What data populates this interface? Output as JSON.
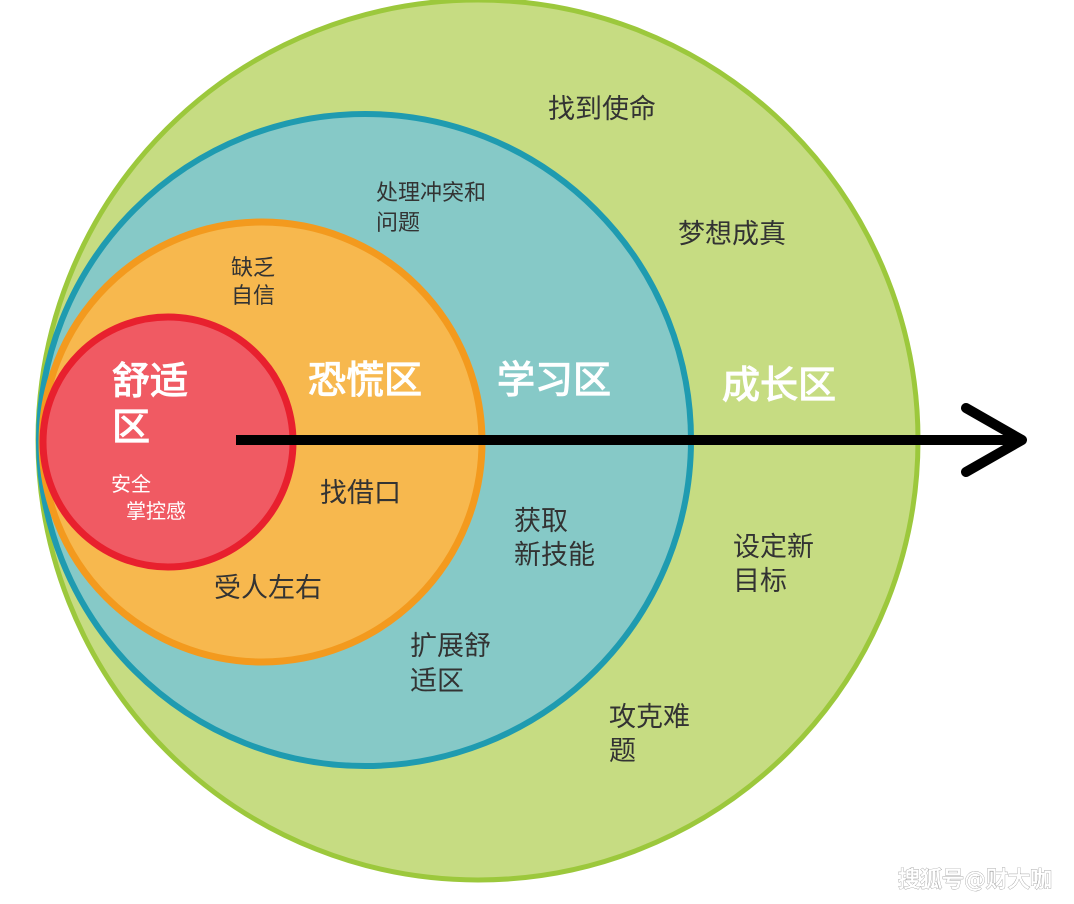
{
  "zones": {
    "growth": {
      "title": "成长区",
      "fill": "#c6dc82",
      "stroke": "#9cc83c"
    },
    "learning": {
      "title": "学习区",
      "fill": "#86c9c7",
      "stroke": "#1f9bb0"
    },
    "fear": {
      "title": "恐慌区",
      "fill": "#f7b84e",
      "stroke": "#f39a1e"
    },
    "comfort": {
      "title_line1": "舒适",
      "title_line2": "区",
      "fill": "#f05a63",
      "stroke": "#e8202e"
    }
  },
  "comfort_labels": {
    "line1": "安全",
    "line2": "掌控感"
  },
  "fear_labels": {
    "lack_line1": "缺乏",
    "lack_line2": "自信",
    "excuse": "找借口",
    "controlled": "受人左右"
  },
  "learning_labels": {
    "conflict_line1": "处理冲突和",
    "conflict_line2": "问题",
    "skills_line1": "获取",
    "skills_line2": "新技能",
    "expand_line1": "扩展舒",
    "expand_line2": "适区"
  },
  "growth_labels": {
    "purpose": "找到使命",
    "dream": "梦想成真",
    "goals_line1": "设定新",
    "goals_line2": "目标",
    "challenge_line1": "攻克难",
    "challenge_line2": "题"
  },
  "arrow": {
    "color": "#000000"
  },
  "watermark": "搜狐号@财大咖"
}
